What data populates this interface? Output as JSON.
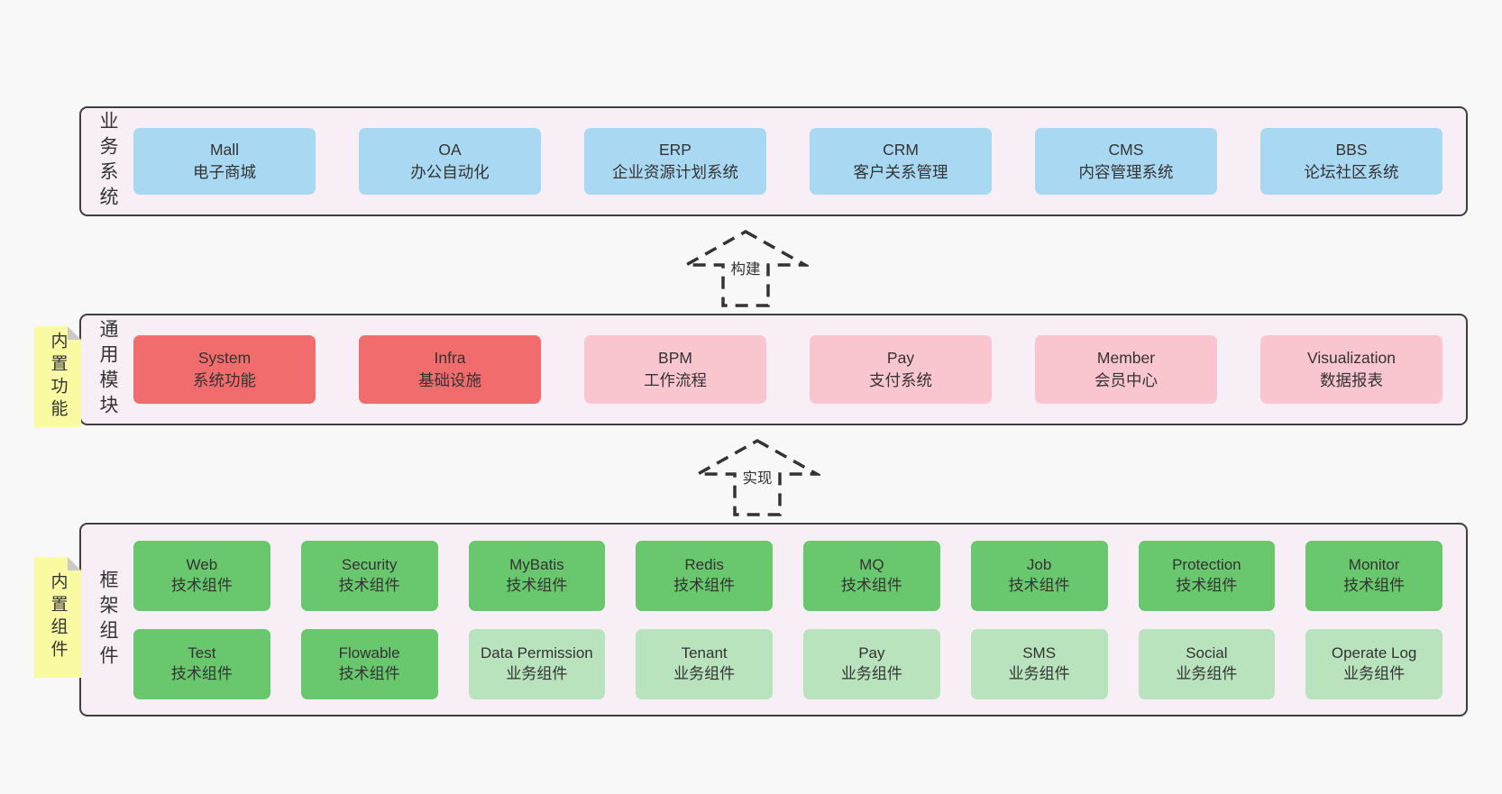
{
  "colors": {
    "page_bg": "#f8f8f8",
    "panel_bg": "#f8eef6",
    "panel_border": "#3f3f3f",
    "blue": "#a9d9f2",
    "red": "#f16c6c",
    "pink": "#f9c6d0",
    "green_dark": "#69c76e",
    "green_light": "#b9e3bc",
    "note_yellow": "#fafaa3",
    "note_fold": "#c9c9c9",
    "text": "#333333"
  },
  "arrows": [
    {
      "label": "构建"
    },
    {
      "label": "实现"
    }
  ],
  "panels": [
    {
      "label": "业务系统",
      "boxes": [
        {
          "title": "Mall",
          "subtitle": "电子商城"
        },
        {
          "title": "OA",
          "subtitle": "办公自动化"
        },
        {
          "title": "ERP",
          "subtitle": "企业资源计划系统"
        },
        {
          "title": "CRM",
          "subtitle": "客户关系管理"
        },
        {
          "title": "CMS",
          "subtitle": "内容管理系统"
        },
        {
          "title": "BBS",
          "subtitle": "论坛社区系统"
        }
      ]
    },
    {
      "label": "通用模块",
      "note": "内置功能",
      "boxes": [
        {
          "title": "System",
          "subtitle": "系统功能"
        },
        {
          "title": "Infra",
          "subtitle": "基础设施"
        },
        {
          "title": "BPM",
          "subtitle": "工作流程"
        },
        {
          "title": "Pay",
          "subtitle": "支付系统"
        },
        {
          "title": "Member",
          "subtitle": "会员中心"
        },
        {
          "title": "Visualization",
          "subtitle": "数据报表"
        }
      ]
    },
    {
      "label": "框架组件",
      "note": "内置组件",
      "rows": [
        {
          "boxes": [
            {
              "title": "Web",
              "subtitle": "技术组件"
            },
            {
              "title": "Security",
              "subtitle": "技术组件"
            },
            {
              "title": "MyBatis",
              "subtitle": "技术组件"
            },
            {
              "title": "Redis",
              "subtitle": "技术组件"
            },
            {
              "title": "MQ",
              "subtitle": "技术组件"
            },
            {
              "title": "Job",
              "subtitle": "技术组件"
            },
            {
              "title": "Protection",
              "subtitle": "技术组件"
            },
            {
              "title": "Monitor",
              "subtitle": "技术组件"
            }
          ]
        },
        {
          "boxes": [
            {
              "title": "Test",
              "subtitle": "技术组件"
            },
            {
              "title": "Flowable",
              "subtitle": "技术组件"
            },
            {
              "title": "Data Permission",
              "subtitle": "业务组件"
            },
            {
              "title": "Tenant",
              "subtitle": "业务组件"
            },
            {
              "title": "Pay",
              "subtitle": "业务组件"
            },
            {
              "title": "SMS",
              "subtitle": "业务组件"
            },
            {
              "title": "Social",
              "subtitle": "业务组件"
            },
            {
              "title": "Operate Log",
              "subtitle": "业务组件"
            }
          ]
        }
      ]
    }
  ]
}
